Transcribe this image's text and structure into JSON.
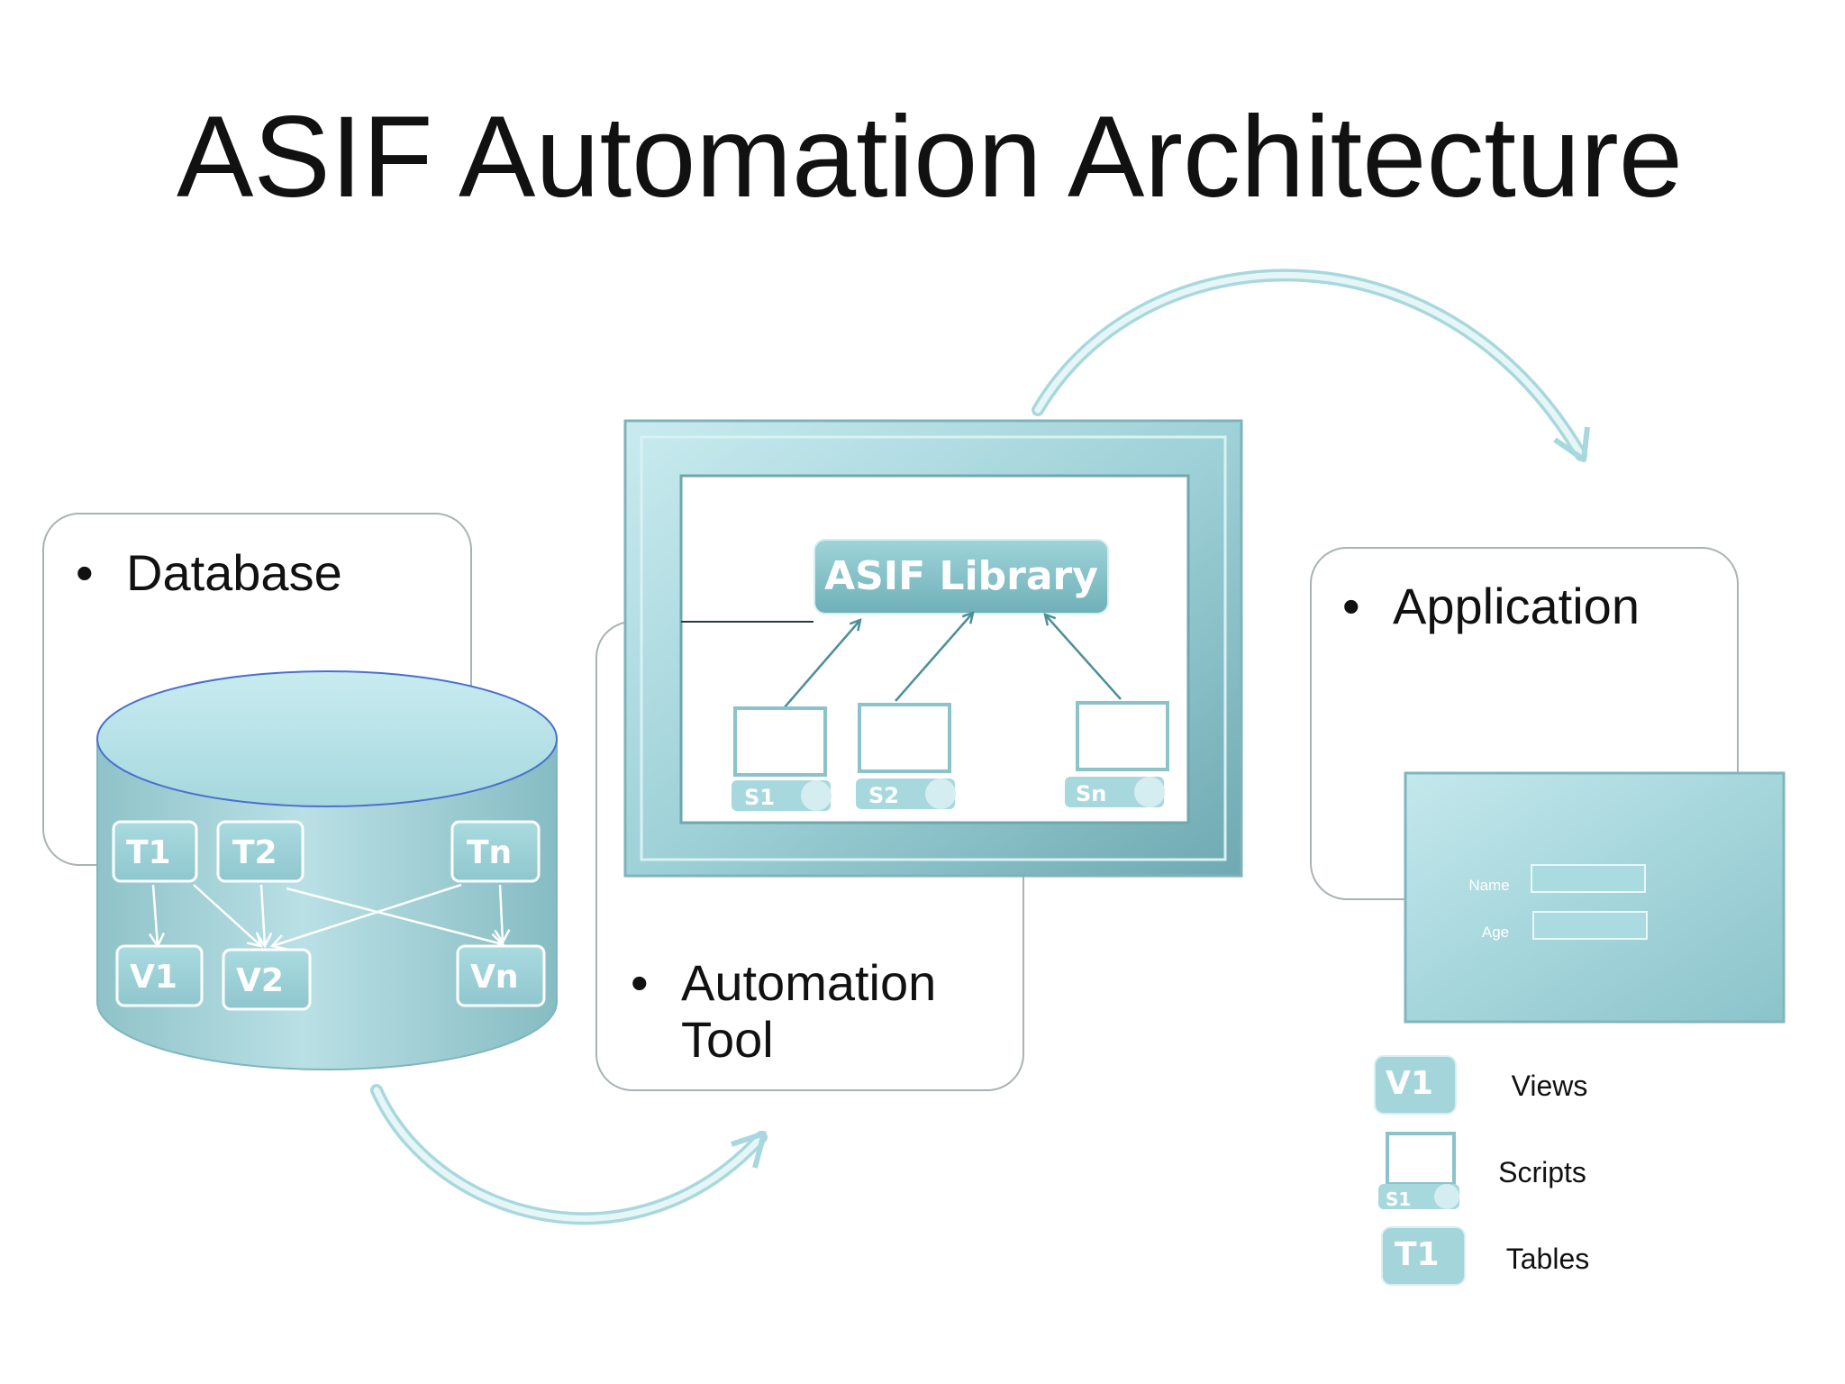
{
  "title": "ASIF Automation Architecture",
  "panels": {
    "database": {
      "bullet": "•",
      "label": "Database"
    },
    "automation_tool": {
      "bullet": "•",
      "line1": "Automation",
      "line2": "Tool"
    },
    "application": {
      "bullet": "•",
      "label": "Application"
    }
  },
  "database": {
    "tables": [
      "T1",
      "T2",
      "Tn"
    ],
    "views": [
      "V1",
      "V2",
      "Vn"
    ]
  },
  "library": {
    "label": "ASIF Library",
    "scripts": [
      "S1",
      "S2",
      "Sn"
    ]
  },
  "app_form": {
    "fields": [
      {
        "label": "Name",
        "value": ""
      },
      {
        "label": "Age",
        "value": ""
      }
    ]
  },
  "legend": [
    {
      "symbol": "V1",
      "label": "Views"
    },
    {
      "symbol": "S1",
      "label": "Scripts"
    },
    {
      "symbol": "T1",
      "label": "Tables"
    }
  ],
  "colors": {
    "teal_light": "#b8e3e8",
    "teal_mid": "#8fc8cf",
    "teal_dark": "#4d9aa3",
    "panel_border": "#9aa5a8",
    "text": "#111111"
  }
}
